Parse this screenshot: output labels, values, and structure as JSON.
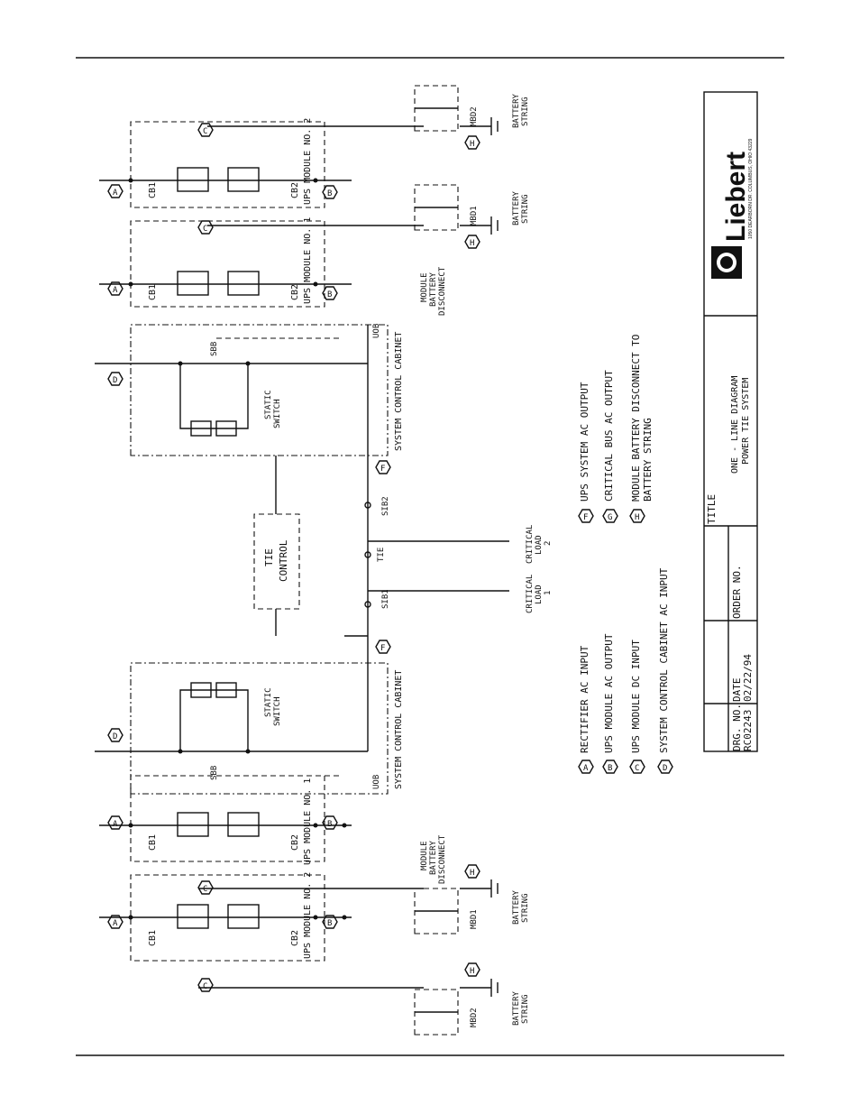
{
  "labels": {
    "ups_module_1": "UPS MODULE NO. 1",
    "ups_module_2": "UPS MODULE NO. 2",
    "cb1": "CB1",
    "cb2": "CB2",
    "system_control_cabinet": "SYSTEM CONTROL CABINET",
    "sbb": "SBB",
    "uob": "UOB",
    "static_switch_1": "STATIC",
    "static_switch_2": "SWITCH",
    "module_battery_disconnect_1": "MODULE",
    "module_battery_disconnect_2": "BATTERY",
    "module_battery_disconnect_3": "DISCONNECT",
    "mbd1": "MBD1",
    "mbd2": "MBD2",
    "battery_string_1": "BATTERY",
    "battery_string_2": "STRING",
    "tie_control_1": "TIE",
    "tie_control_2": "CONTROL",
    "sib1": "SIB1",
    "sib2": "SIB2",
    "tie": "TIE",
    "critical_load_1_a": "CRITICAL",
    "critical_load_1_b": "LOAD",
    "critical_load_1_c": "1",
    "critical_load_2_a": "CRITICAL",
    "critical_load_2_b": "LOAD",
    "critical_load_2_c": "2"
  },
  "letters": {
    "a": "A",
    "b": "B",
    "c": "C",
    "d": "D",
    "f": "F",
    "g": "G",
    "h": "H"
  },
  "legend": [
    {
      "letter": "A",
      "text": "RECTIFIER AC INPUT"
    },
    {
      "letter": "B",
      "text": "UPS MODULE AC OUTPUT"
    },
    {
      "letter": "C",
      "text": "UPS MODULE DC INPUT"
    },
    {
      "letter": "D",
      "text": "SYSTEM CONTROL CABINET AC INPUT"
    },
    {
      "letter": "F",
      "text": "UPS SYSTEM AC OUTPUT"
    },
    {
      "letter": "G",
      "text": "CRITICAL BUS AC OUTPUT"
    },
    {
      "letter": "H",
      "text": "MODULE BATTERY DISCONNECT TO",
      "text2": "BATTERY STRING"
    }
  ],
  "title_block": {
    "drg_no_label": "DRG. NO.",
    "drg_no_value": "RC02243",
    "date_label": "DATE",
    "date_value": "02/22/94",
    "order_no_label": "ORDER NO.",
    "title_label": "TITLE",
    "title_line1": "ONE - LINE DIAGRAM",
    "title_line2": "POWER TIE SYSTEM",
    "logo_text": "Liebert",
    "logo_subtext": "1050 DEARBORN DR. COLUMBUS, OHIO 43229"
  }
}
